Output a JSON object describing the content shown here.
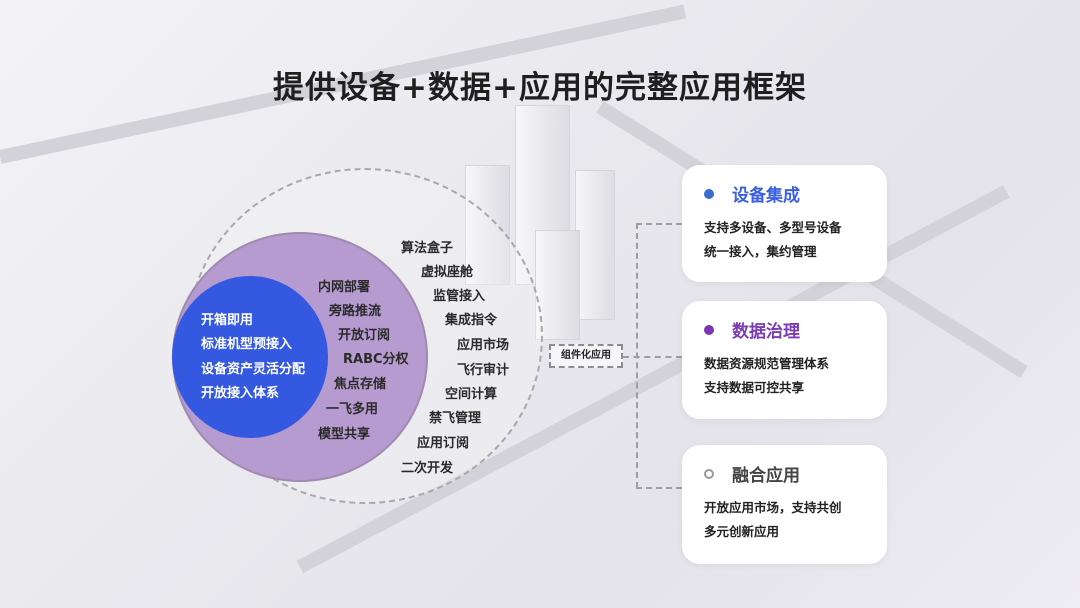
{
  "title": "提供设备+数据+应用的完整应用框架",
  "core": [
    "开箱即用",
    "标准机型预接入",
    "设备资产灵活分配",
    "开放接入体系"
  ],
  "middle": [
    "内网部署",
    "旁路推流",
    "开放订阅",
    "RABC分权",
    "焦点存储",
    "一飞多用",
    "模型共享"
  ],
  "outer": [
    "算法盒子",
    "虚拟座舱",
    "监管接入",
    "集成指令",
    "应用市场",
    "飞行审计",
    "空间计算",
    "禁飞管理",
    "应用订阅",
    "二次开发"
  ],
  "connector_label": "组件化应用",
  "cards": [
    {
      "title": "设备集成",
      "lines": [
        "支持多设备、多型号设备",
        "统一接入，集约管理"
      ],
      "color": "#3a5fe0",
      "dot": "#3a6bd0"
    },
    {
      "title": "数据治理",
      "lines": [
        "数据资源规范管理体系",
        "支持数据可控共享"
      ],
      "color": "#7b3bb5",
      "dot": "#7b35b0"
    },
    {
      "title": "融合应用",
      "lines": [
        "开放应用市场，支持共创",
        "多元创新应用"
      ],
      "color": "#444444",
      "dot": "#ffffff"
    }
  ]
}
